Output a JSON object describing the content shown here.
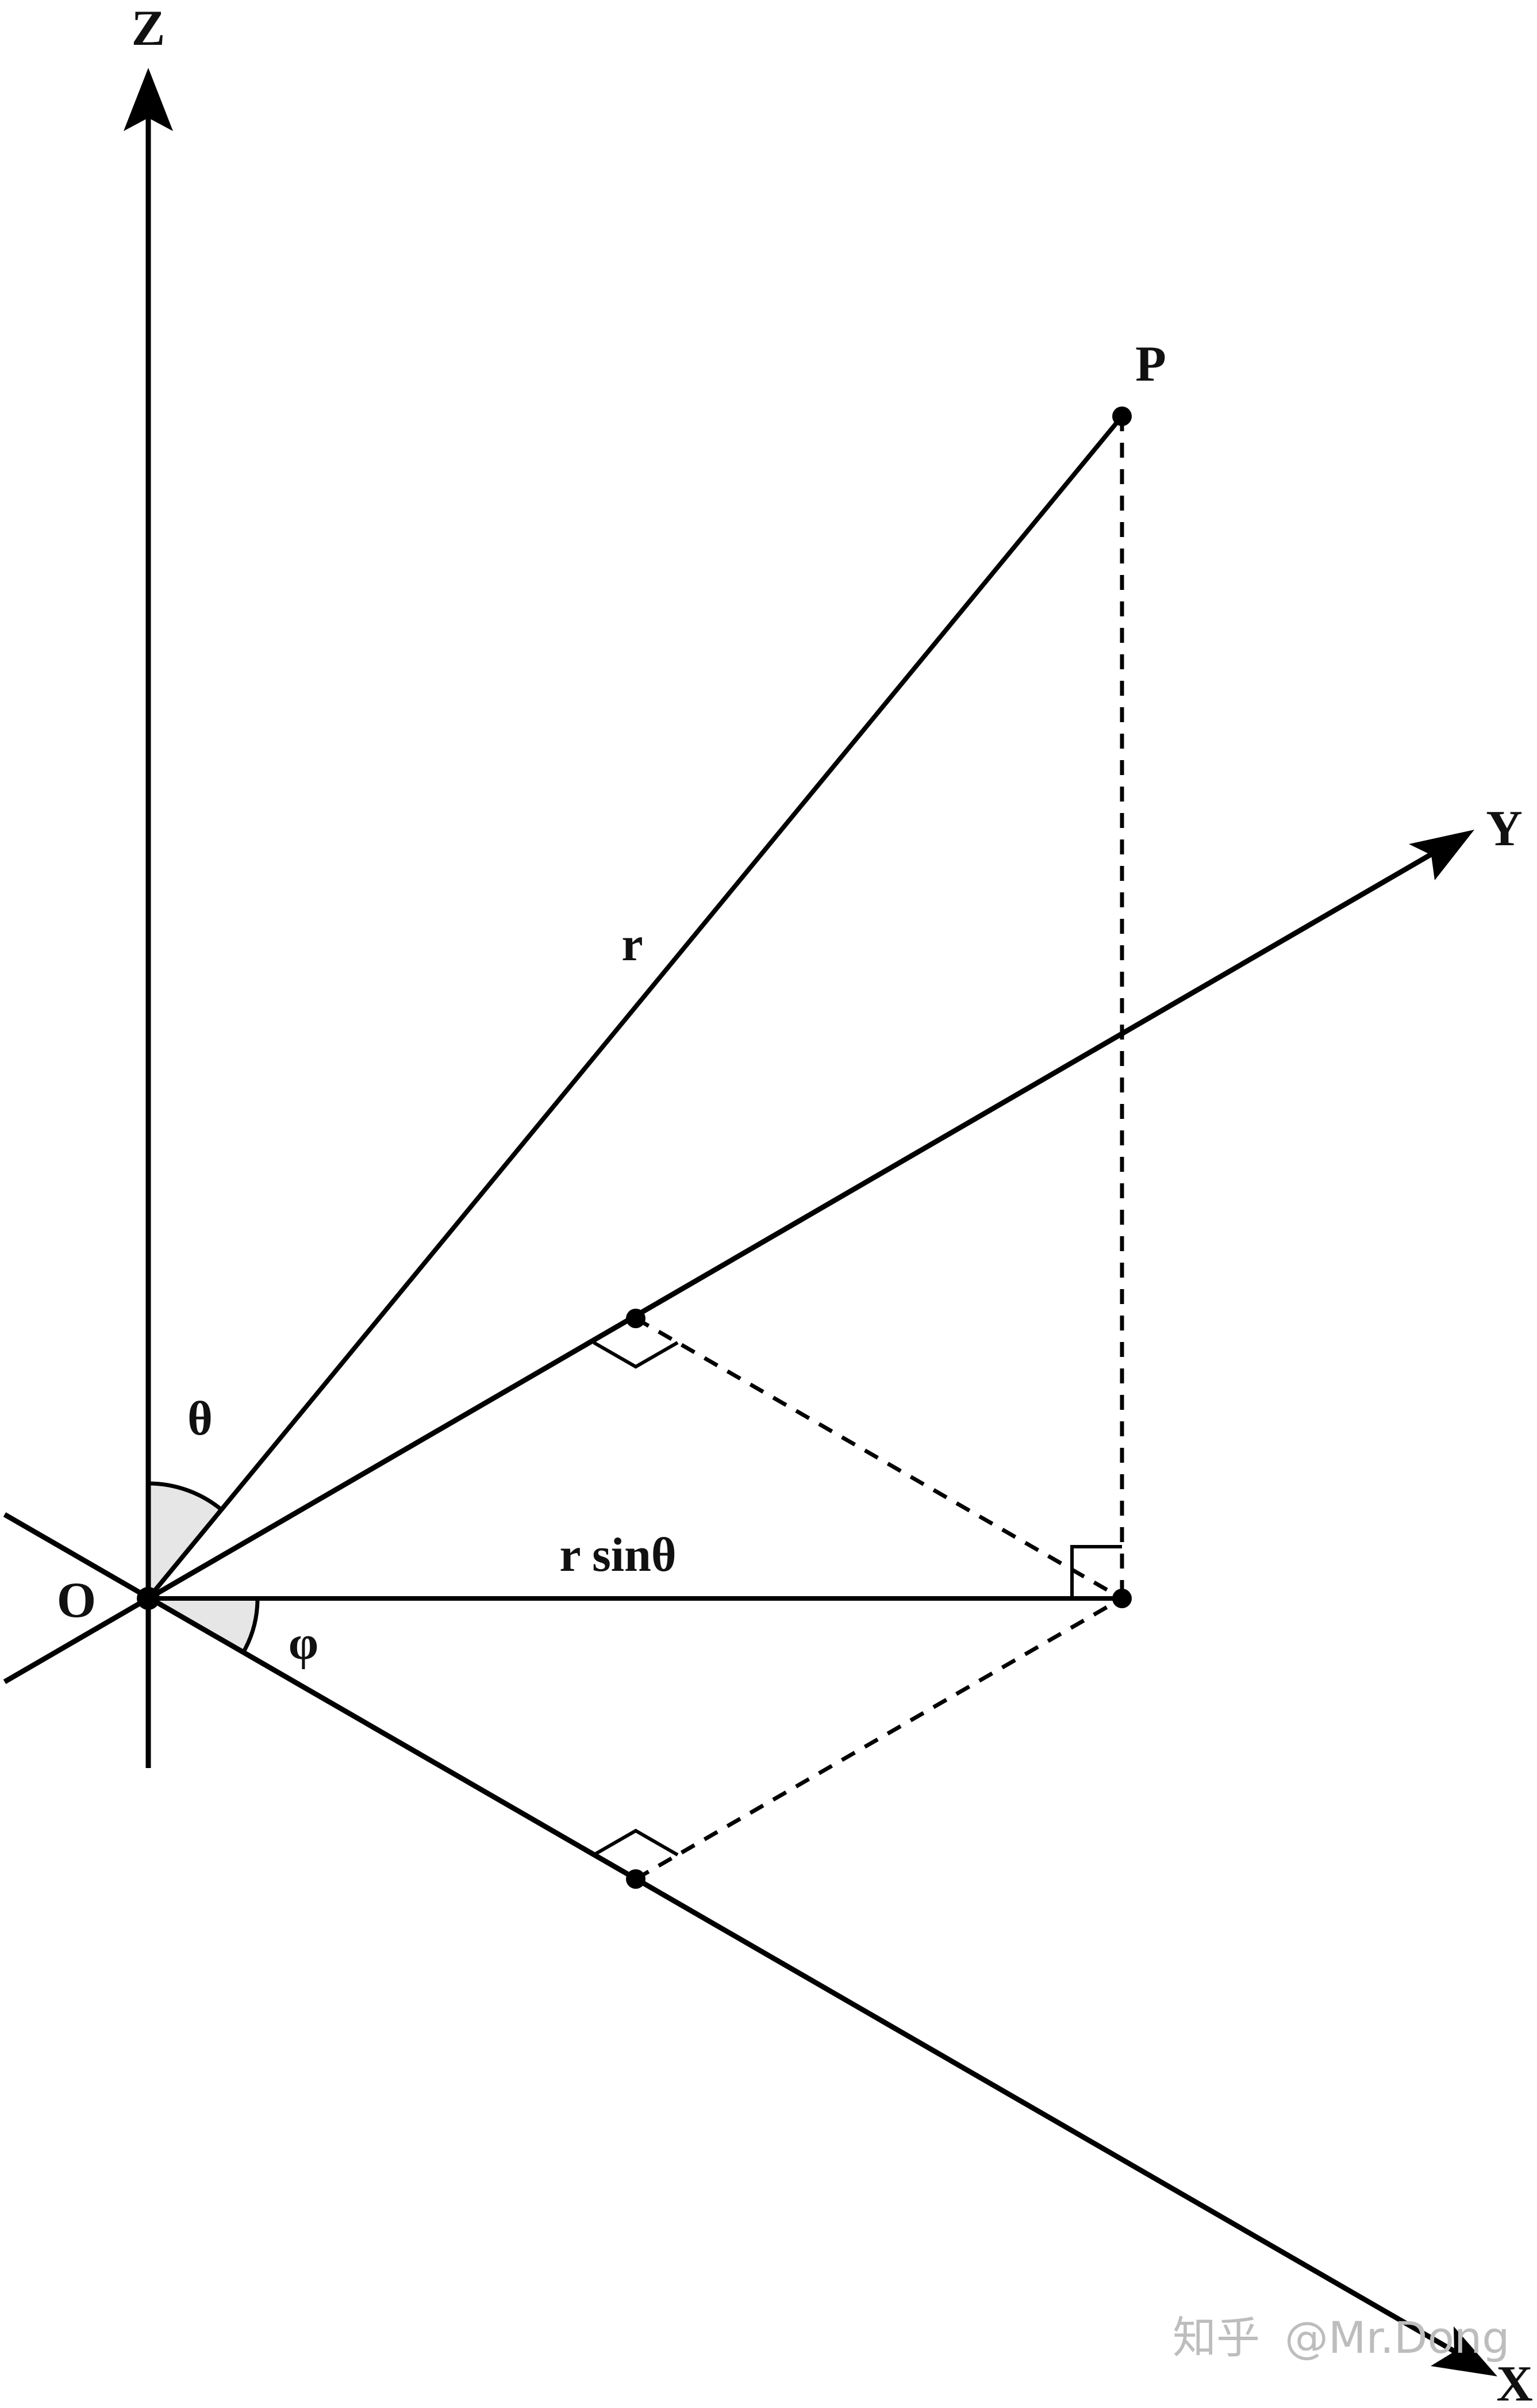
{
  "labels": {
    "z_axis": "Z",
    "y_axis": "Y",
    "x_axis": "X",
    "origin": "O",
    "point": "P",
    "radius": "r",
    "projection": "r sinθ",
    "theta": "θ",
    "phi": "φ"
  },
  "watermark": {
    "site": "知乎",
    "author": "@Mr.Dong"
  },
  "colors": {
    "line": "#000000",
    "angle_fill": "#e6e6e6",
    "watermark": "#bdbdbd"
  }
}
